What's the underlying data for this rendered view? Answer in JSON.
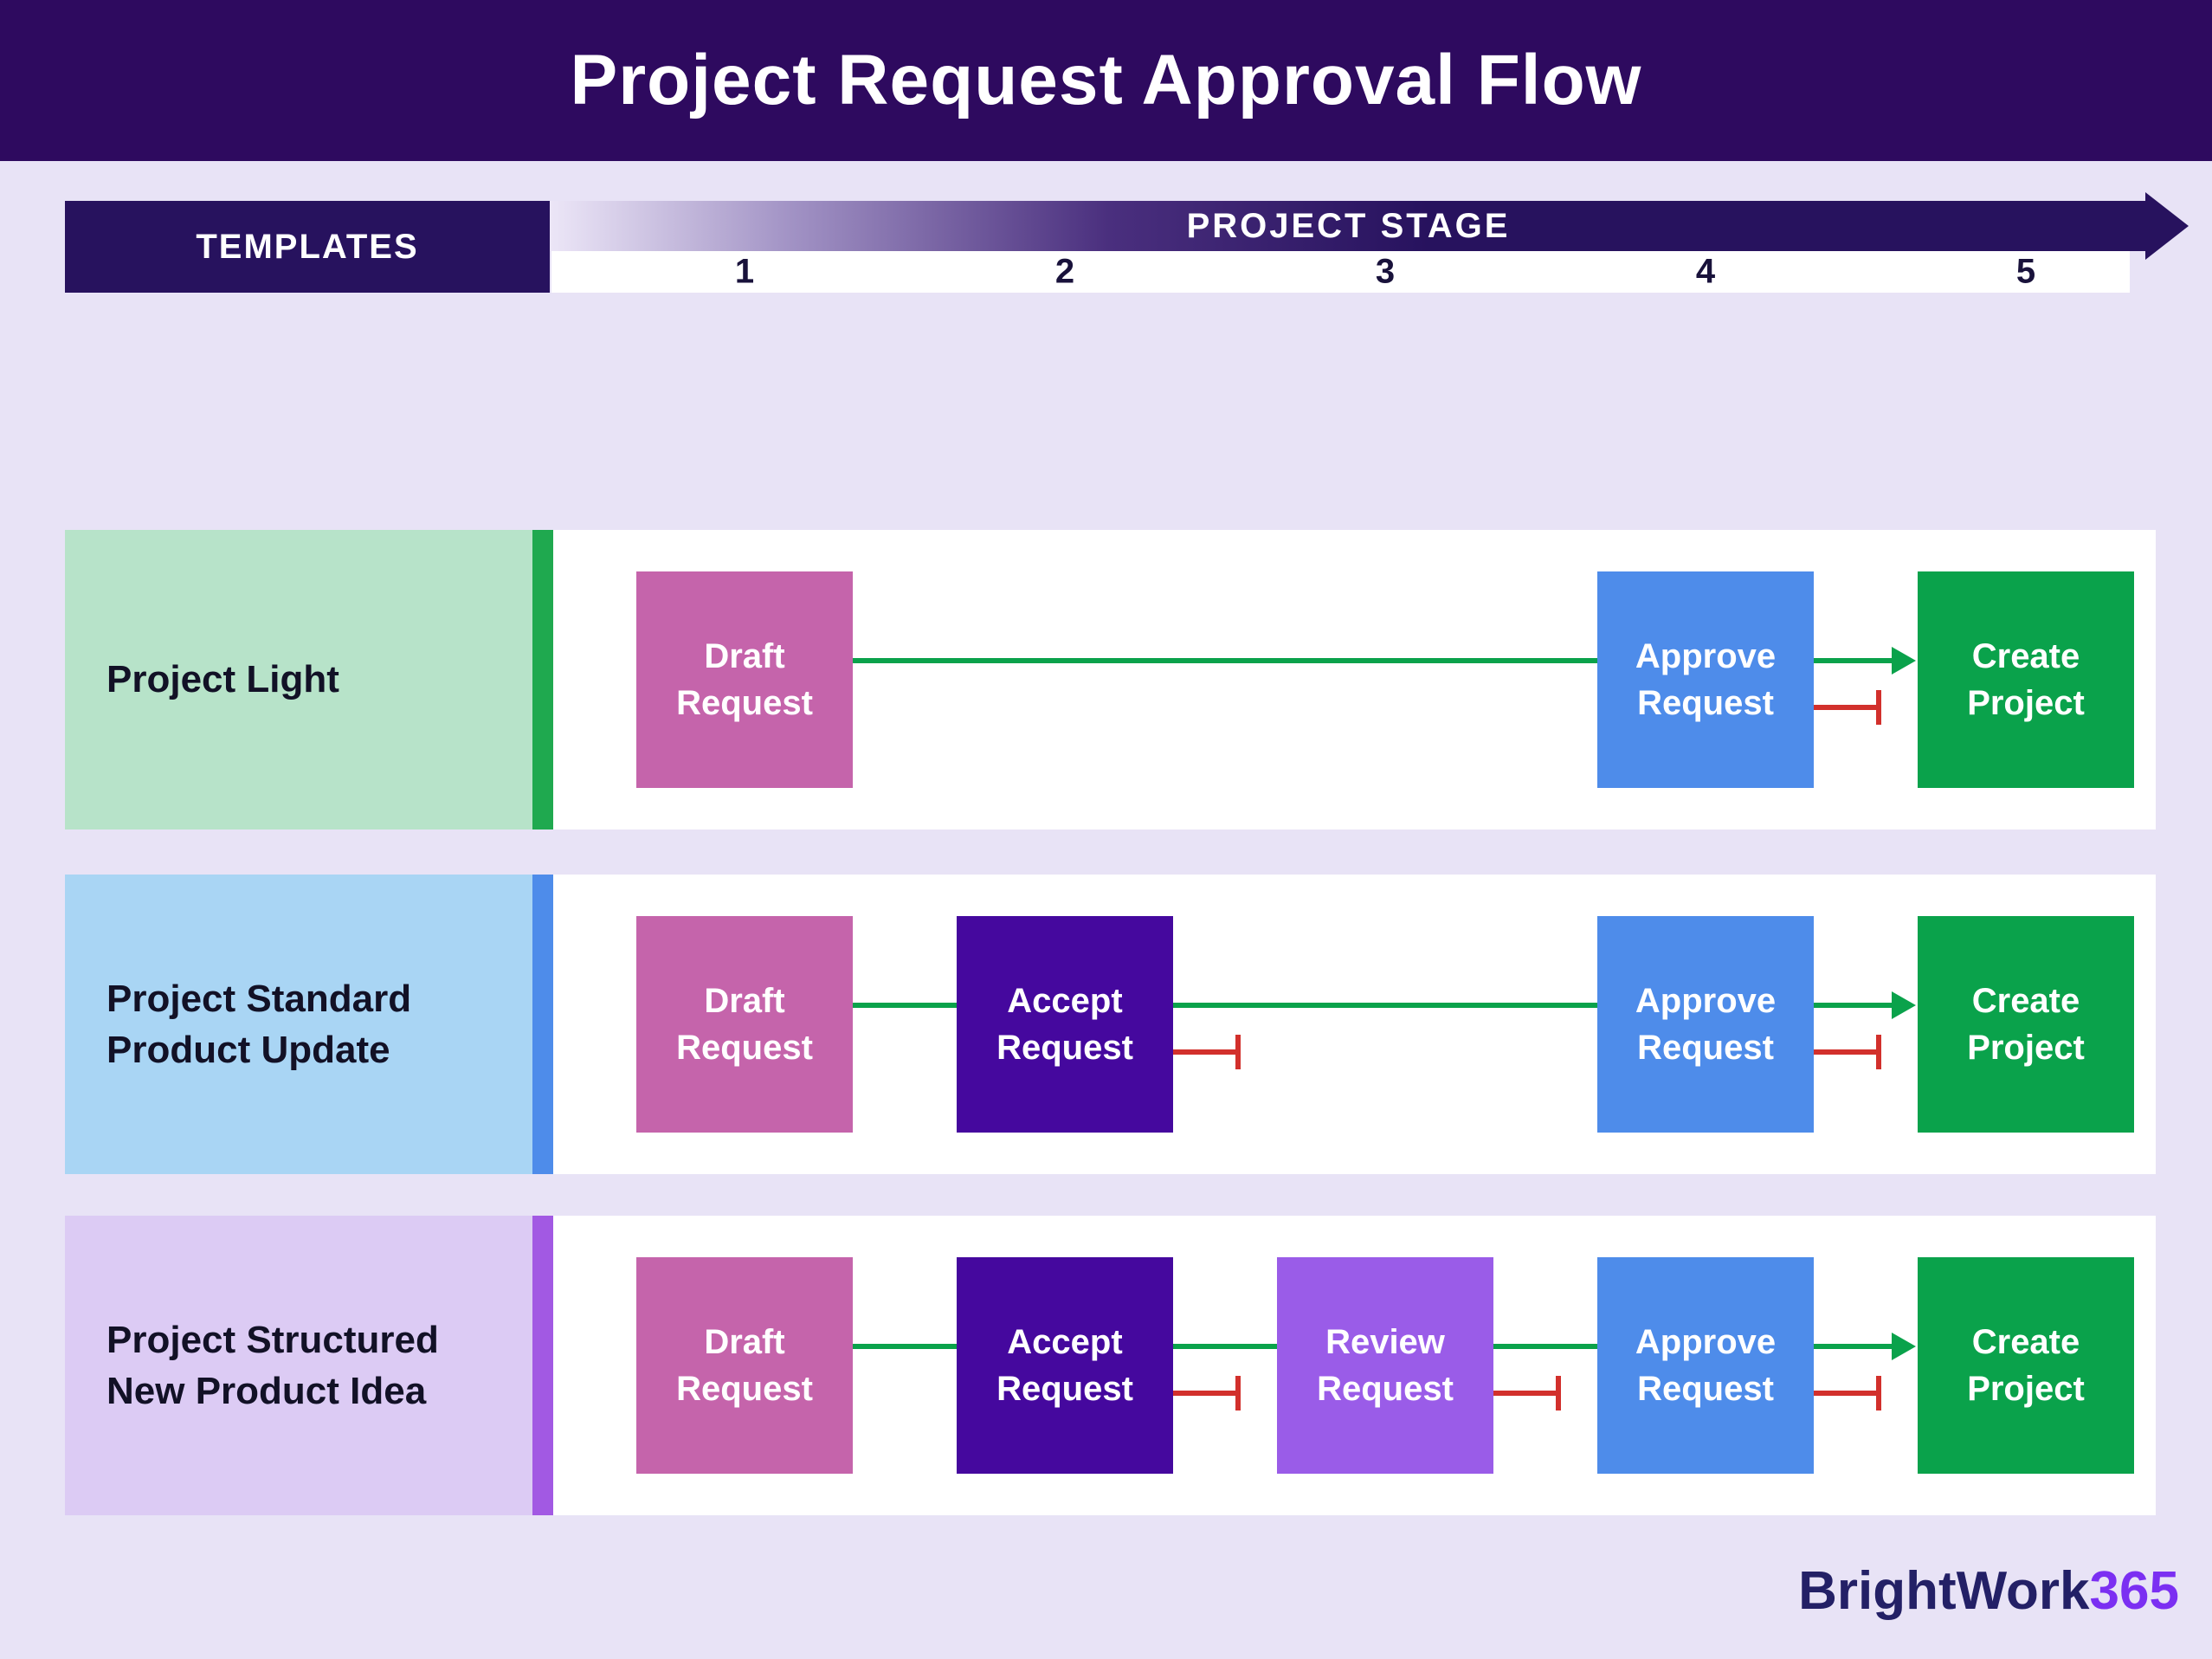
{
  "title": "Project Request Approval Flow",
  "legend": {
    "templates": "TEMPLATES",
    "project_stage": "PROJECT STAGE",
    "stages": [
      "1",
      "2",
      "3",
      "4",
      "5"
    ]
  },
  "rows": {
    "light": {
      "label": "Project Light",
      "steps": {
        "draft": "Draft Request",
        "approve": "Approve Request",
        "create": "Create Project"
      }
    },
    "standard": {
      "label": "Project Standard Product Update",
      "steps": {
        "draft": "Draft Request",
        "accept": "Accept Request",
        "approve": "Approve Request",
        "create": "Create Project"
      }
    },
    "structured": {
      "label": "Project Structured New Product Idea",
      "steps": {
        "draft": "Draft Request",
        "accept": "Accept Request",
        "review": "Review Request",
        "approve": "Approve Request",
        "create": "Create Project"
      }
    }
  },
  "colors": {
    "banner": "#2e0a5f",
    "header_dark": "#27125e",
    "background": "#e8e3f6",
    "draft_box": "#c564ab",
    "accept_box": "#45089e",
    "review_box": "#9a5ce8",
    "approve_box": "#4e8cea",
    "create_box": "#0aa24b",
    "flow_line": "#0aa24b",
    "reject_line": "#d2302c",
    "row_light_bg": "#b7e3c9",
    "row_light_accent": "#1fa94f",
    "row_standard_bg": "#a9d5f4",
    "row_standard_accent": "#4e8cea",
    "row_structured_bg": "#dccbf4",
    "row_structured_accent": "#a259e3"
  },
  "logo": {
    "brand": "BrightWork",
    "suffix": "365"
  }
}
